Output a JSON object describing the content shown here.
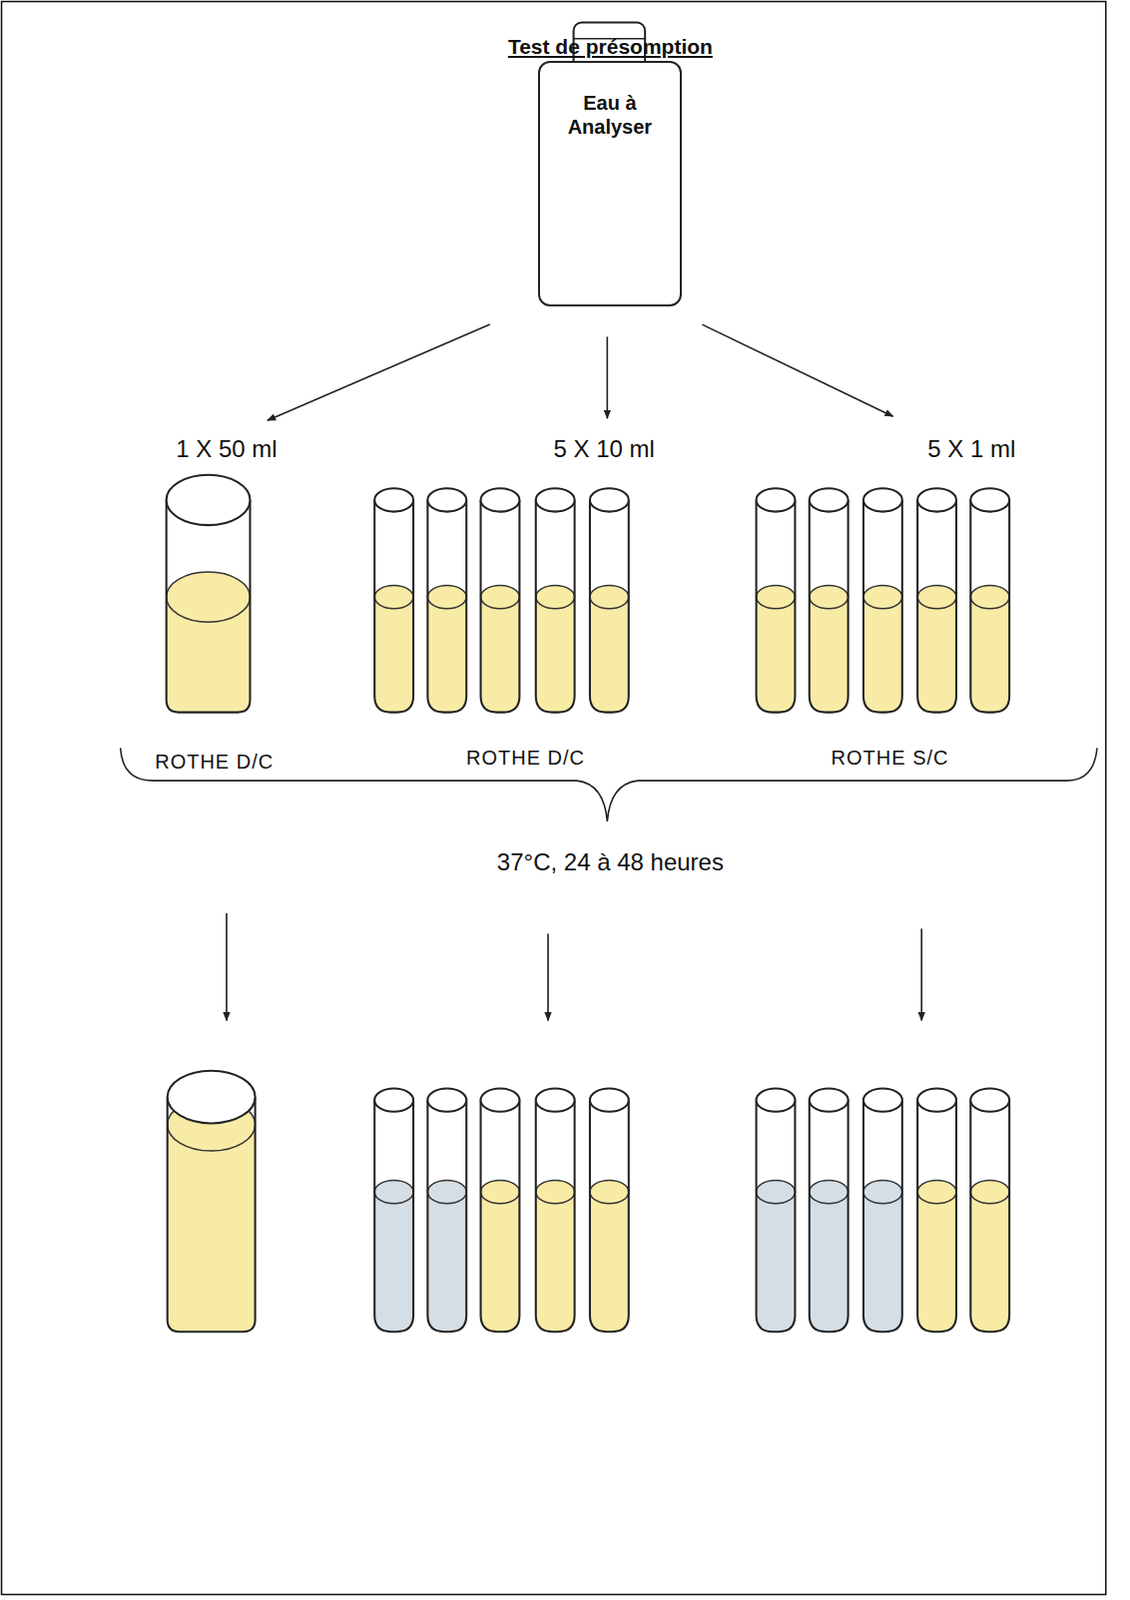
{
  "diagram": {
    "title": "Test de présomption",
    "nodes": [
      {
        "text": [
          "Eau à Analyser"
        ]
      }
    ],
    "labels": [
      "1 X 50 ml",
      "5 X 10 ml",
      "5 X 1 ml",
      "ROTHE D/C",
      "ROTHE D/C",
      "ROTHE S/C",
      "37°C, 24 à 48 heures"
    ]
  }
}
